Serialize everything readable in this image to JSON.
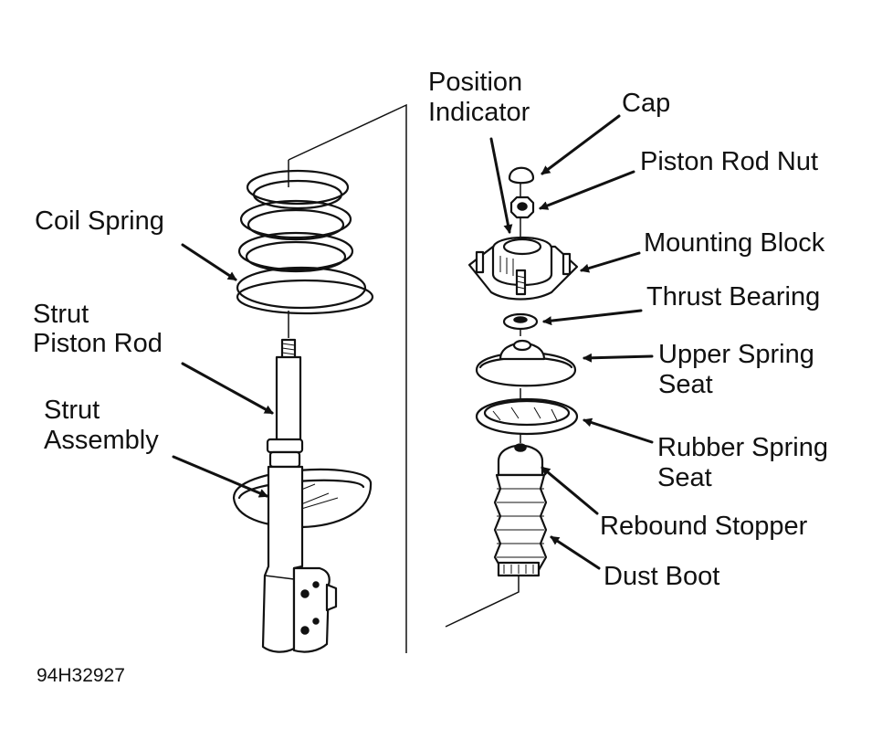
{
  "figure_code": "94H32927",
  "labels": {
    "coil_spring": "Coil Spring",
    "strut_piston_rod": [
      "Strut",
      "Piston Rod"
    ],
    "strut_assembly": [
      "Strut",
      "Assembly"
    ],
    "position_indicator": [
      "Position",
      "Indicator"
    ],
    "cap": "Cap",
    "piston_rod_nut": "Piston Rod Nut",
    "mounting_block": "Mounting Block",
    "thrust_bearing": "Thrust Bearing",
    "upper_spring_seat": [
      "Upper Spring",
      "Seat"
    ],
    "rubber_spring_seat": [
      "Rubber Spring",
      "Seat"
    ],
    "rebound_stopper": "Rebound Stopper",
    "dust_boot": "Dust Boot"
  }
}
